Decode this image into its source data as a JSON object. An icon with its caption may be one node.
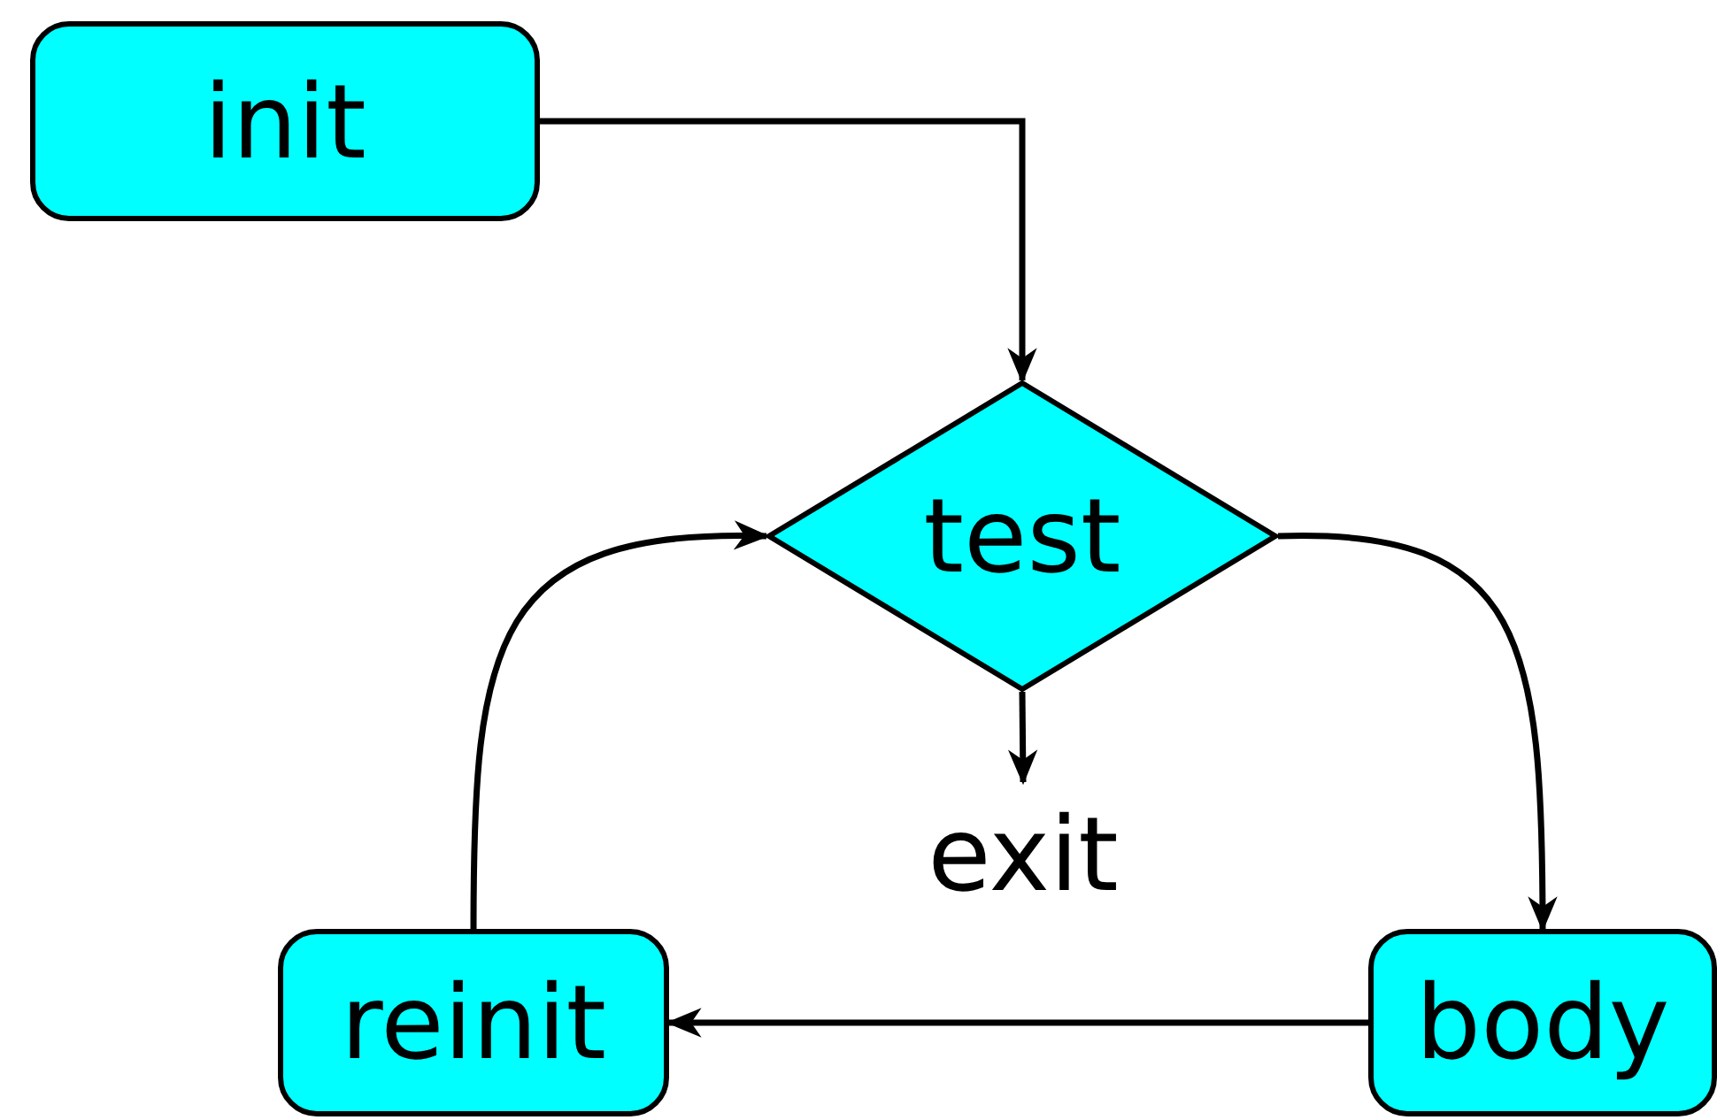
{
  "diagram": {
    "nodes": [
      {
        "text": [
          "init"
        ]
      },
      {
        "text": [
          "test"
        ]
      },
      {
        "text": [
          "exit"
        ]
      },
      {
        "text": [
          "reinit"
        ]
      },
      {
        "text": [
          "body"
        ]
      }
    ],
    "edges": [
      {
        "from": 0,
        "to": 1,
        "arrow": "to"
      },
      {
        "from": 1,
        "to": 4,
        "arrow": "to"
      },
      {
        "from": 4,
        "to": 3,
        "arrow": "to"
      },
      {
        "from": 3,
        "to": 1,
        "arrow": "to"
      },
      {
        "from": 1,
        "to": 2,
        "arrow": "to"
      }
    ]
  }
}
